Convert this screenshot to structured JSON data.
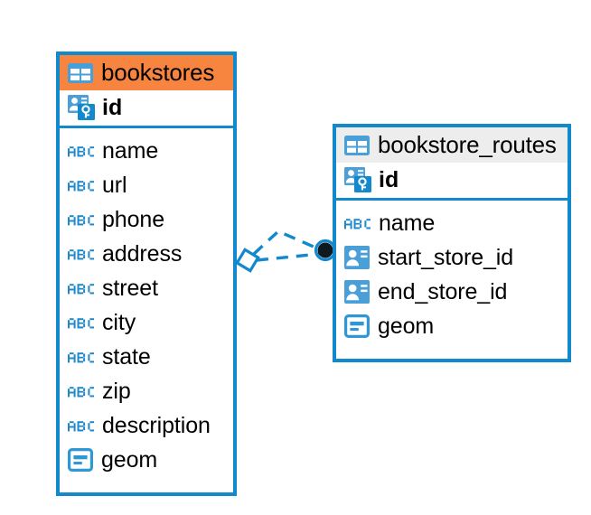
{
  "diagram": {
    "type": "entity-relationship-diagram",
    "background_color": "#ffffff",
    "accent_color": "#1289cc",
    "entities": [
      {
        "name": "bookstores",
        "header_color": "#f8853f",
        "header_icon": "table-icon",
        "primary_key": {
          "label": "id",
          "icon": "key-id-icon"
        },
        "fields": [
          {
            "label": "name",
            "icon": "abc-text-icon"
          },
          {
            "label": "url",
            "icon": "abc-text-icon"
          },
          {
            "label": "phone",
            "icon": "abc-text-icon"
          },
          {
            "label": "address",
            "icon": "abc-text-icon"
          },
          {
            "label": "street",
            "icon": "abc-text-icon"
          },
          {
            "label": "city",
            "icon": "abc-text-icon"
          },
          {
            "label": "state",
            "icon": "abc-text-icon"
          },
          {
            "label": "zip",
            "icon": "abc-text-icon"
          },
          {
            "label": "description",
            "icon": "abc-text-icon"
          },
          {
            "label": "geom",
            "icon": "geometry-icon"
          }
        ]
      },
      {
        "name": "bookstore_routes",
        "header_color": "#ededed",
        "header_icon": "table-icon",
        "primary_key": {
          "label": "id",
          "icon": "key-id-icon"
        },
        "fields": [
          {
            "label": "name",
            "icon": "abc-text-icon"
          },
          {
            "label": "start_store_id",
            "icon": "foreign-key-icon"
          },
          {
            "label": "end_store_id",
            "icon": "foreign-key-icon"
          },
          {
            "label": "geom",
            "icon": "geometry-icon"
          }
        ]
      }
    ],
    "relationship": {
      "from": "bookstores",
      "to": "bookstore_routes",
      "line_style": "dashed",
      "line_color": "#1289cc",
      "source_marker": "diamond-outline",
      "target_marker": "filled-circle"
    }
  }
}
